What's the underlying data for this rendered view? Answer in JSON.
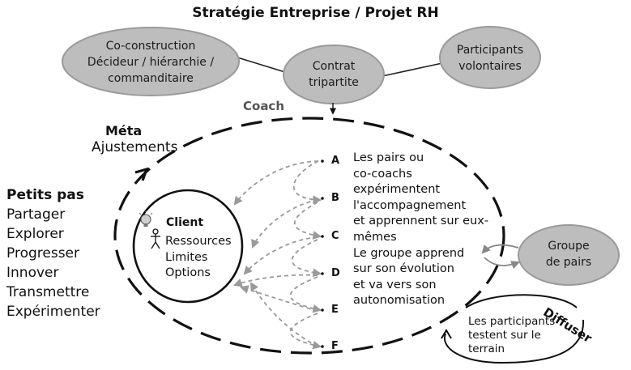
{
  "title": "Stratégie Entreprise / Projet RH",
  "top_nodes": {
    "coconstruction": [
      "Co-construction",
      "Décideur / hiérarchie /",
      "commanditaire"
    ],
    "contrat": [
      "Contrat",
      "tripartite"
    ],
    "participants": [
      "Participants",
      "volontaires"
    ]
  },
  "coach_label": "Coach",
  "meta": {
    "title": "Méta",
    "subtitle": "Ajustements"
  },
  "petits_pas": {
    "title": "Petits pas",
    "items": [
      "Partager",
      "Explorer",
      "Progresser",
      "Innover",
      "Transmettre",
      "Expérimenter"
    ]
  },
  "client": {
    "title": "Client",
    "items": [
      "Ressources",
      "Limites",
      "Options"
    ]
  },
  "pairs": [
    "A",
    "B",
    "C",
    "D",
    "E",
    "F"
  ],
  "description": [
    "Les pairs ou",
    "co-coachs",
    "expérimentent",
    "l'accompagnement",
    "et apprennent sur eux-",
    "mêmes",
    "Le groupe apprend",
    "sur son évolution",
    "et va vers son",
    "autonomisation"
  ],
  "groupe_pairs": [
    "Groupe",
    "de pairs"
  ],
  "diffuser": "Diffuser",
  "terrain": [
    "Les participants",
    "testent sur le",
    "terrain"
  ],
  "colors": {
    "bubble_fill": "#bdbdbd",
    "bubble_stroke": "#8a8a8a",
    "dashed_arrows": "#9a9a9a",
    "ring": "#111111"
  }
}
